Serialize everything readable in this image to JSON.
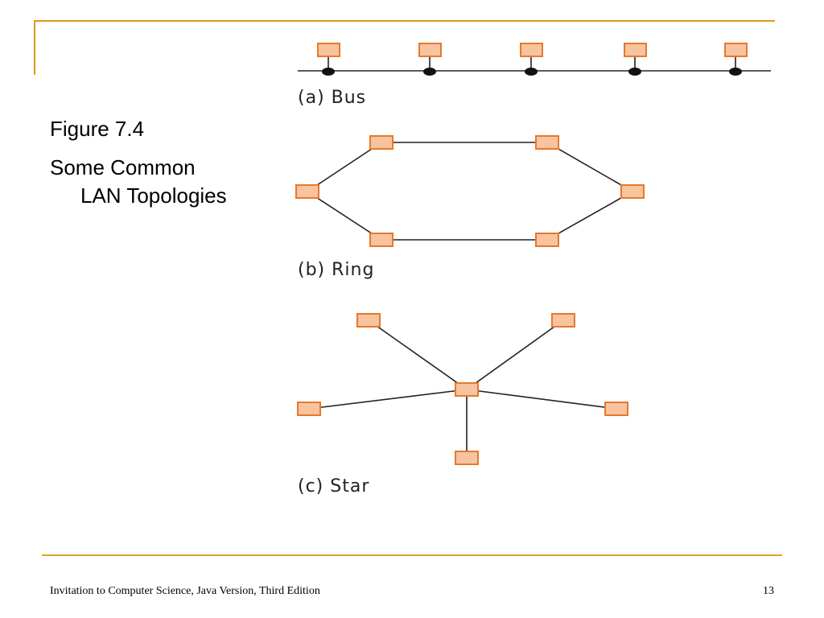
{
  "slide": {
    "figure_number": "Figure 7.4",
    "title_line1": "Some Common",
    "title_line2": "LAN Topologies",
    "footer_text": "Invitation to Computer Science, Java Version, Third Edition",
    "page_number": "13"
  },
  "diagrams": {
    "bus_label": "(a) Bus",
    "ring_label": "(b) Ring",
    "star_label": "(c) Star"
  },
  "colors": {
    "accent": "#d89a1a",
    "node_fill": "#f8c4a0",
    "node_border": "#e8782a"
  }
}
